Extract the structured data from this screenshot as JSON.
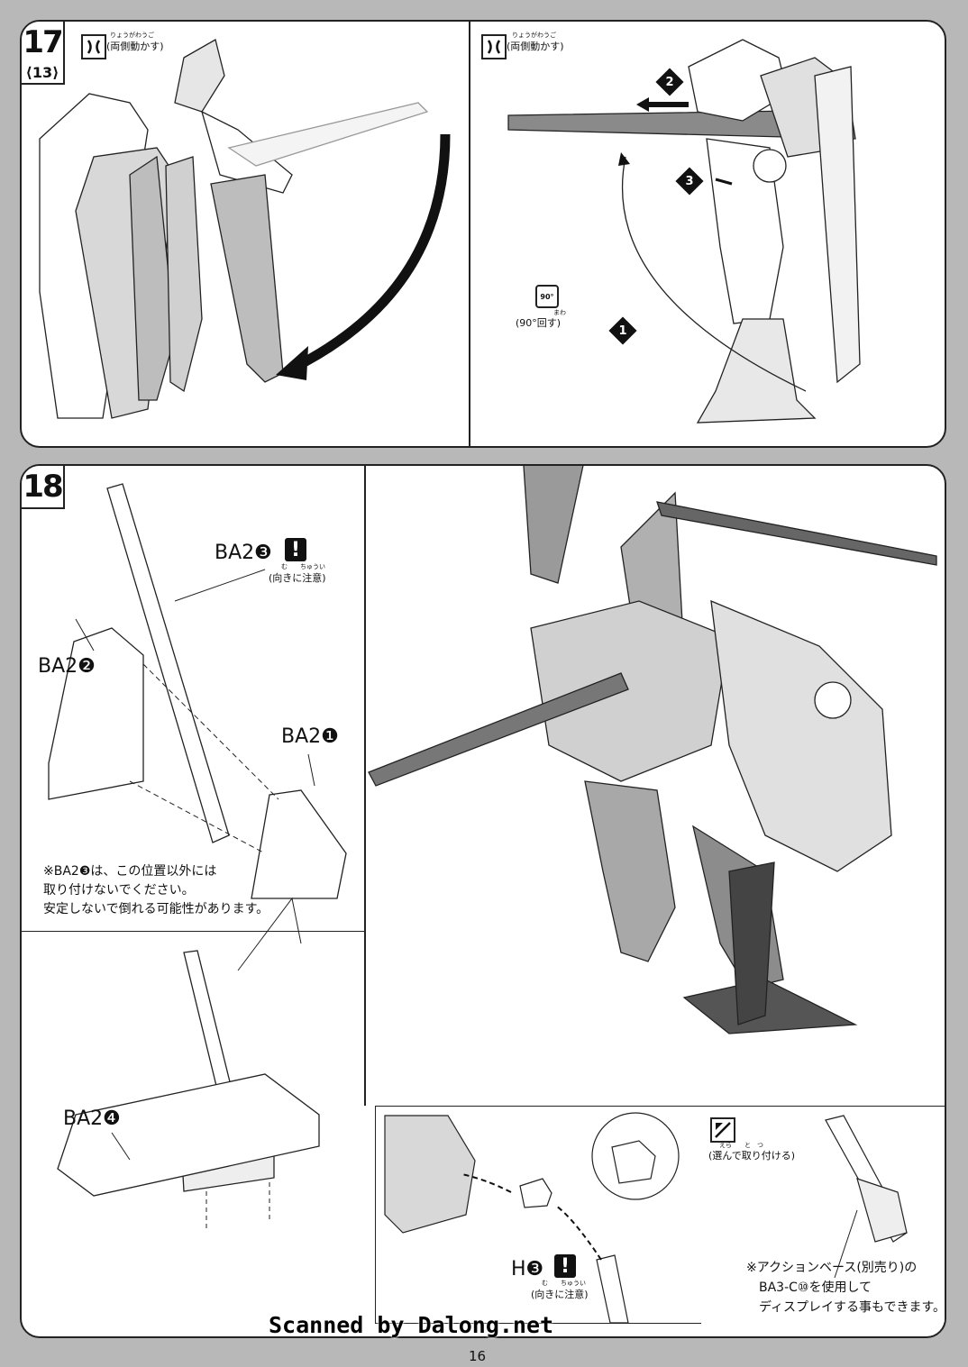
{
  "step17": {
    "number": "17",
    "subref": "⟨13⟩",
    "left_instruction": "(両側動かす)",
    "left_ruby": "りょうがわうご",
    "right_instruction": "(両側動かす)",
    "right_ruby": "りょうがわうご",
    "rotate_label": "(90°回す)",
    "rotate_icon_text": "90°",
    "rotate_ruby": "まわ",
    "steps": [
      "1",
      "2",
      "3"
    ]
  },
  "step18": {
    "number": "18",
    "part_ba2_3": "BA2❸",
    "part_ba2_2": "BA2❷",
    "part_ba2_1": "BA2❶",
    "part_ba2_4": "BA2❹",
    "part_h3": "H❸",
    "caution_text": "(向きに注意)",
    "caution_ruby": "む　　ちゅうい",
    "caution_text_2": "(向きに注意)",
    "caution_mark": "!",
    "note_lines": [
      "※BA2❸は、この位置以外には",
      "取り付けないでください。",
      "安定しないで倒れる可能性があります。"
    ],
    "choose_label": "(選んで取り付ける)",
    "choose_ruby": "えら　　と　つ",
    "action_note": [
      "※アクションベース(別売り)の",
      "BA3-C⑩を使用して",
      "ディスプレイする事もできます。"
    ]
  },
  "footer": {
    "credit": "Scanned by Dalong.net",
    "page_number": "16"
  }
}
